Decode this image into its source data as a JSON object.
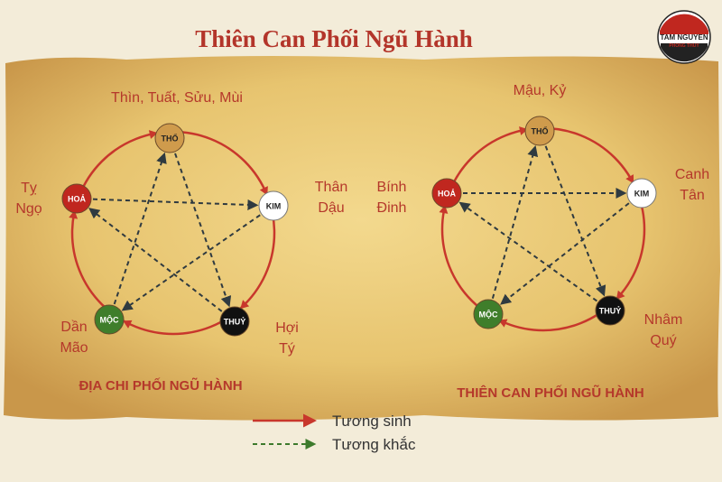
{
  "title": "Thiên Can Phối Ngũ Hành",
  "logo": {
    "name": "TAM NGUYEN",
    "sub": "PHONG THUY"
  },
  "colors": {
    "title": "#b3352a",
    "label": "#b5382b",
    "arrow_sinh": "#c8372c",
    "arrow_khac": "#2f3a40",
    "parchment": "#e9c978",
    "tho": "#cf9b4c",
    "kim": "#ffffff",
    "thuy": "#111111",
    "moc": "#3f7e2b",
    "hoa": "#c0271f"
  },
  "left_diagram": {
    "caption": "ĐỊA CHI PHỐI NGŨ HÀNH",
    "nodes": {
      "tho": "THỔ",
      "kim": "KIM",
      "thuy": "THUỶ",
      "moc": "MỘC",
      "hoa": "HOẢ"
    },
    "labels": {
      "tho": "Thìn, Tuất, Sửu, Mùi",
      "hoa_1": "Tỵ",
      "hoa_2": "Ngọ",
      "kim_1": "Thân",
      "kim_2": "Dậu",
      "moc_1": "Dần",
      "moc_2": "Mão",
      "thuy_1": "Hợi",
      "thuy_2": "Tý"
    }
  },
  "right_diagram": {
    "caption": "THIÊN CAN PHỐI NGŨ HÀNH",
    "nodes": {
      "tho": "THỔ",
      "kim": "KIM",
      "thuy": "THUỶ",
      "moc": "MỘC",
      "hoa": "HOẢ"
    },
    "labels": {
      "tho": "Mậu, Kỷ",
      "hoa_1": "Bính",
      "hoa_2": "Đinh",
      "kim_1": "Canh",
      "kim_2": "Tân",
      "thuy_1": "Nhâm",
      "thuy_2": "Quý"
    }
  },
  "legend": {
    "sinh": "Tương sinh",
    "khac": "Tương khắc"
  }
}
